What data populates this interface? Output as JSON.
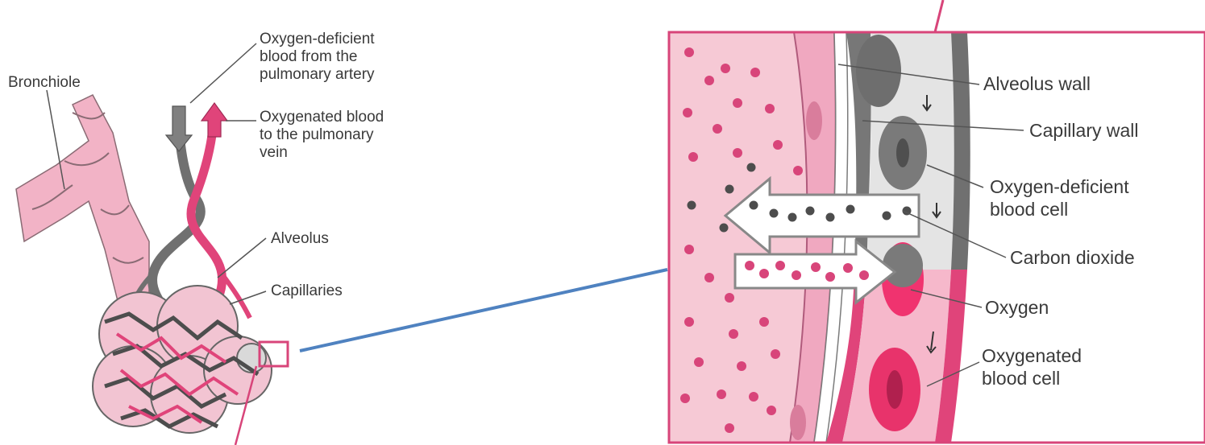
{
  "diagram": {
    "colors": {
      "pink_fill": "#f2b3c6",
      "pink_dark": "#e0447a",
      "gray_vessel": "#707070",
      "connector_blue": "#4f82c0",
      "frame_pink": "#d8457a"
    },
    "left_labels": {
      "bronchiole": "Bronchiole",
      "oxygen_deficient_blood": "Oxygen-deficient\nblood from the\npulmonary artery",
      "oxygenated_blood": "Oxygenated blood\nto the pulmonary\nvein",
      "alveolus": "Alveolus",
      "capillaries": "Capillaries"
    },
    "right_labels": {
      "alveolus_wall": "Alveolus wall",
      "capillary_wall": "Capillary wall",
      "oxygen_deficient_cell": "Oxygen-deficient\nblood cell",
      "carbon_dioxide": "Carbon dioxide",
      "oxygen": "Oxygen",
      "oxygenated_cell": "Oxygenated\nblood cell"
    }
  }
}
